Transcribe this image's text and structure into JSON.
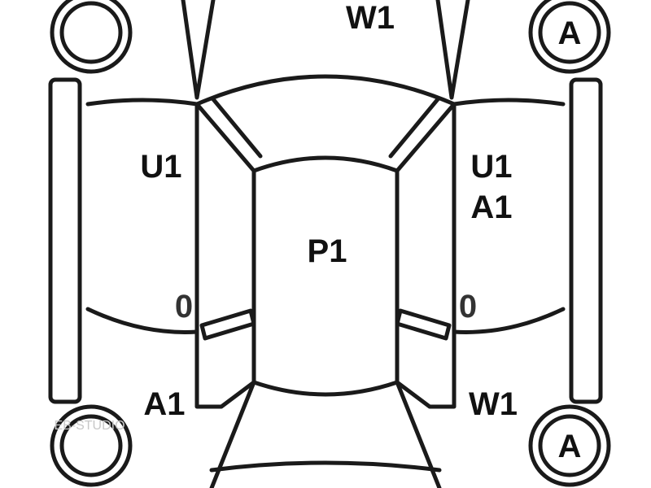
{
  "labels": {
    "windshield_top": "W1",
    "left_front_door": "U1",
    "right_front_door_line1": "U1",
    "right_front_door_line2": "A1",
    "roof": "P1",
    "left_zero": "0",
    "right_zero": "0",
    "left_rear": "A1",
    "right_rear": "W1",
    "wheel_top_right": "A",
    "wheel_bottom_right": "A"
  },
  "watermark": "EB-STUDIO",
  "colors": {
    "stroke": "#1a1a1a",
    "text": "#111111",
    "background": "#ffffff"
  }
}
